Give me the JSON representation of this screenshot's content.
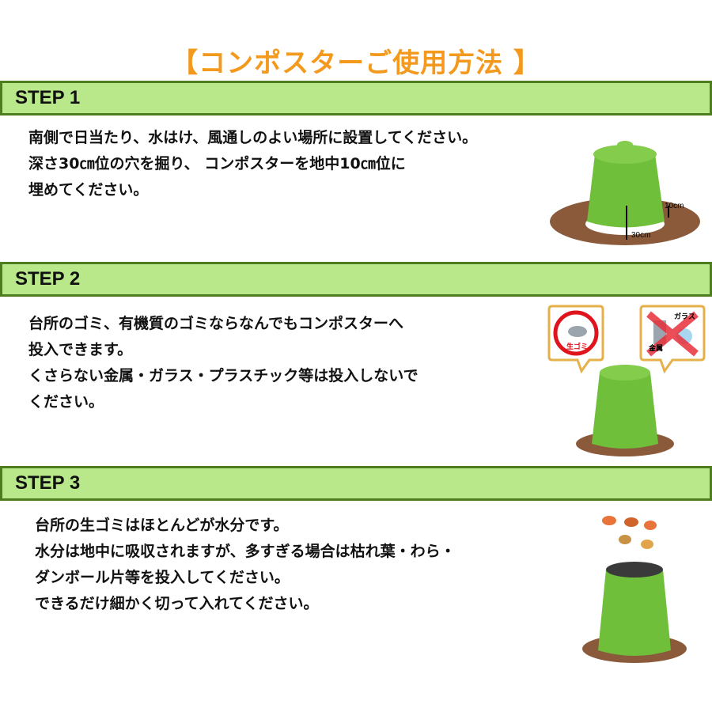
{
  "title": "【コンポスターご使用方法 】",
  "steps": [
    {
      "label": "STEP 1",
      "lines": [
        "南側で日当たり、水はけ、風通しのよい場所に設置してください。",
        "深さ30㎝位の穴を掘り、 コンポスターを地中10㎝位に",
        "埋めてください。"
      ],
      "figure": {
        "depth_label": "30cm",
        "bury_label": "10cm"
      }
    },
    {
      "label": "STEP 2",
      "lines": [
        "台所のゴミ、有機質のゴミならなんでもコンポスターへ",
        "投入できます。",
        "くさらない金属・ガラス・プラスチック等は投入しないで",
        "ください。"
      ],
      "figure": {
        "ok_label": "生ゴミ",
        "ng_labels": [
          "ガラス",
          "金属"
        ]
      }
    },
    {
      "label": "STEP 3",
      "lines": [
        "台所の生ゴミはほとんどが水分です。",
        "水分は地中に吸収されますが、多すぎる場合は枯れ葉・わら・",
        "ダンボール片等を投入してください。",
        "できるだけ細かく切って入れてください。"
      ]
    }
  ],
  "colors": {
    "title": "#f39a1e",
    "bar_fill": "#b9e88b",
    "bar_border": "#4e7d1f",
    "bin": "#6fbf3a",
    "soil": "#8a5a3a"
  }
}
